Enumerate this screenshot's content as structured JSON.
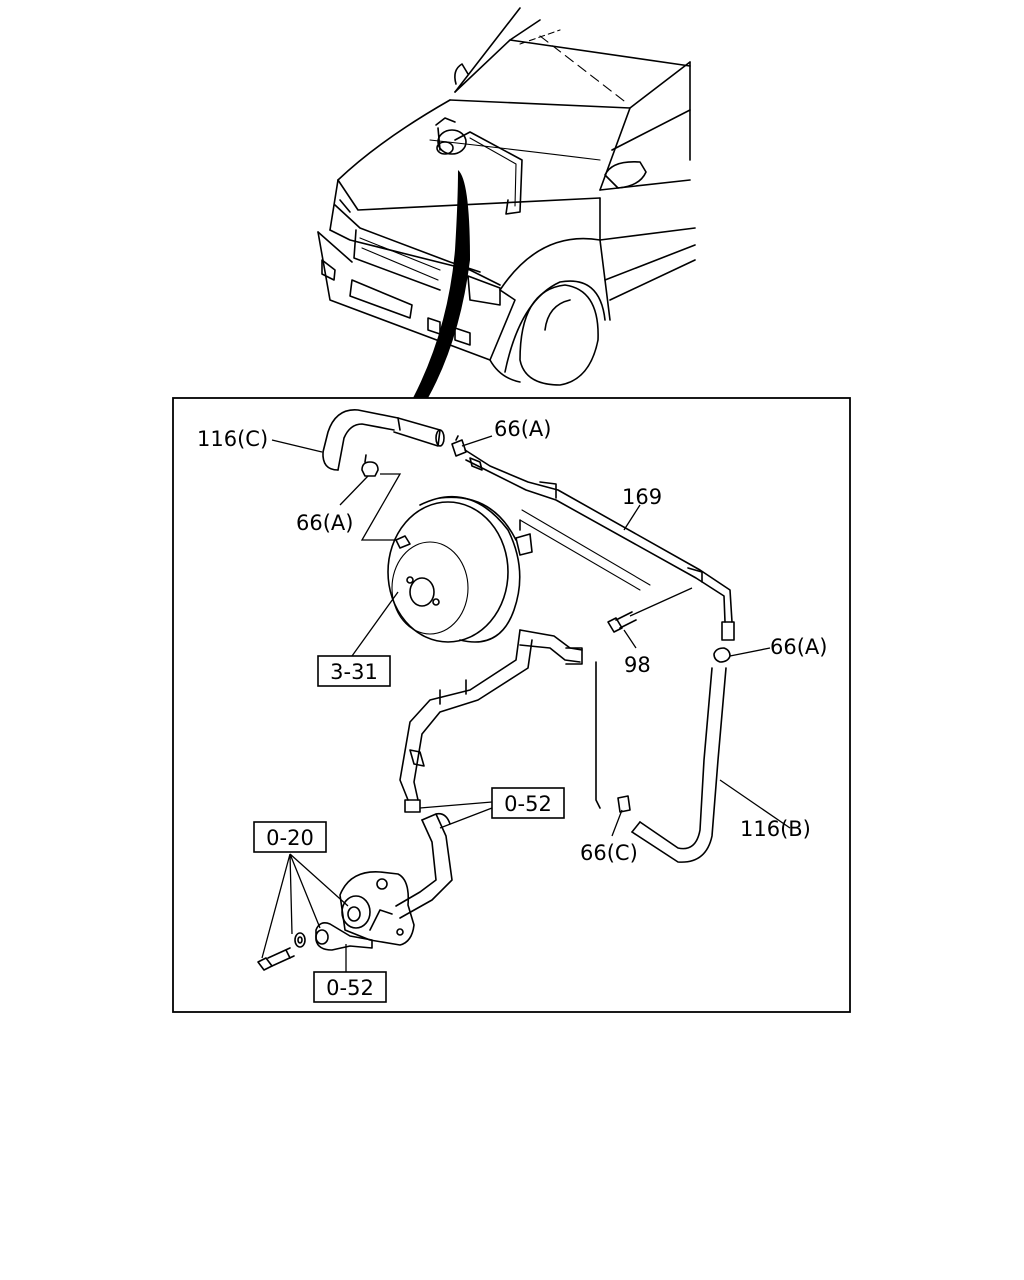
{
  "labels": {
    "hose_c": "116(C)",
    "clip_a_top": "66(A)",
    "clip_a_left": "66(A)",
    "pipe": "169",
    "bolt": "98",
    "clip_a_right": "66(A)",
    "booster_ref": "3-31",
    "hose_b": "116(B)",
    "clip_c": "66(C)",
    "ref_052_upper": "0-52",
    "ref_020": "0-20",
    "ref_052_lower": "0-52"
  },
  "icons": {
    "vehicle": "vehicle-front-icon",
    "booster": "brake-booster-icon",
    "pump": "vacuum-pump-icon"
  }
}
